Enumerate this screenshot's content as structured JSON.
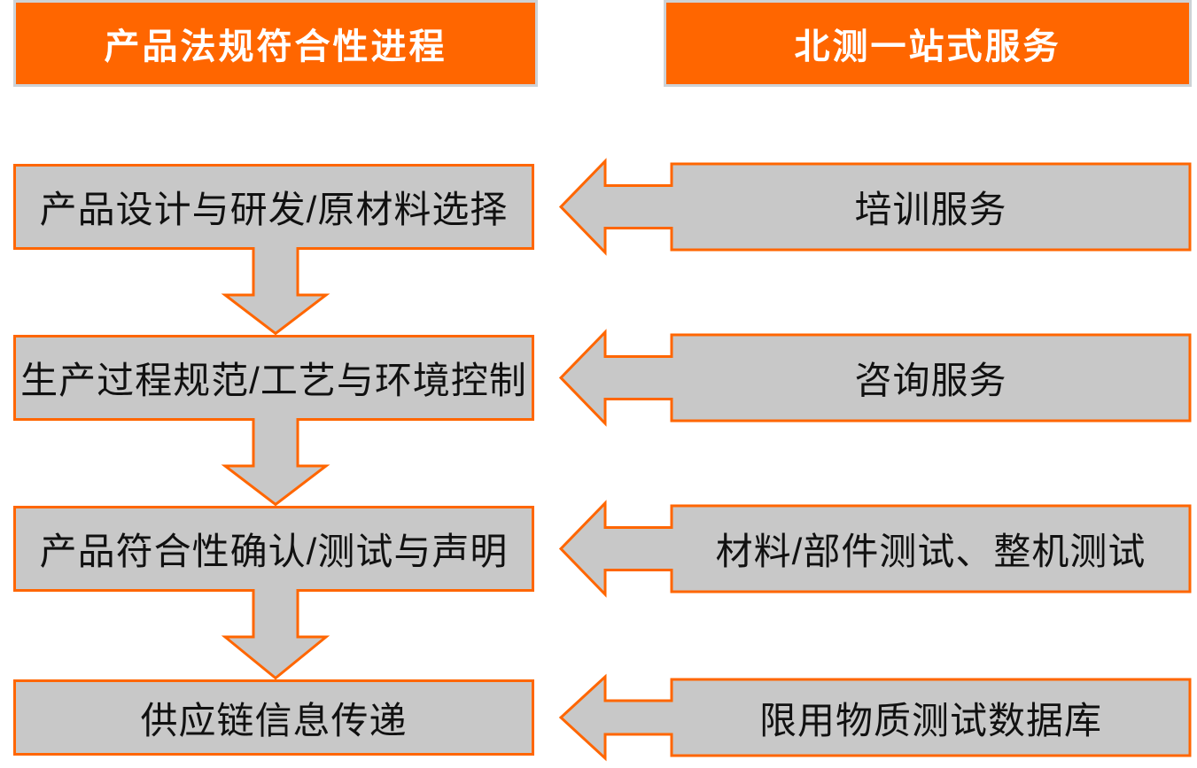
{
  "diagram": {
    "left_column": {
      "header": "产品法规符合性进程",
      "steps": [
        "产品设计与研发/原材料选择",
        "生产过程规范/工艺与环境控制",
        "产品符合性确认/测试与声明",
        "供应链信息传递"
      ]
    },
    "right_column": {
      "header": "北测一站式服务",
      "services": [
        "培训服务",
        "咨询服务",
        "材料/部件测试、整机测试",
        "限用物质测试数据库"
      ]
    },
    "colors": {
      "accent_orange": "#FF6600",
      "shape_fill_gray": "#C8C8C8",
      "header_border_silver": "#CDD2D6",
      "header_text": "#FFFFFF",
      "body_text": "#111111",
      "background": "#FFFFFF"
    },
    "icons": {
      "down_flow_arrow": "↓",
      "service_link_arrow": "←"
    }
  }
}
